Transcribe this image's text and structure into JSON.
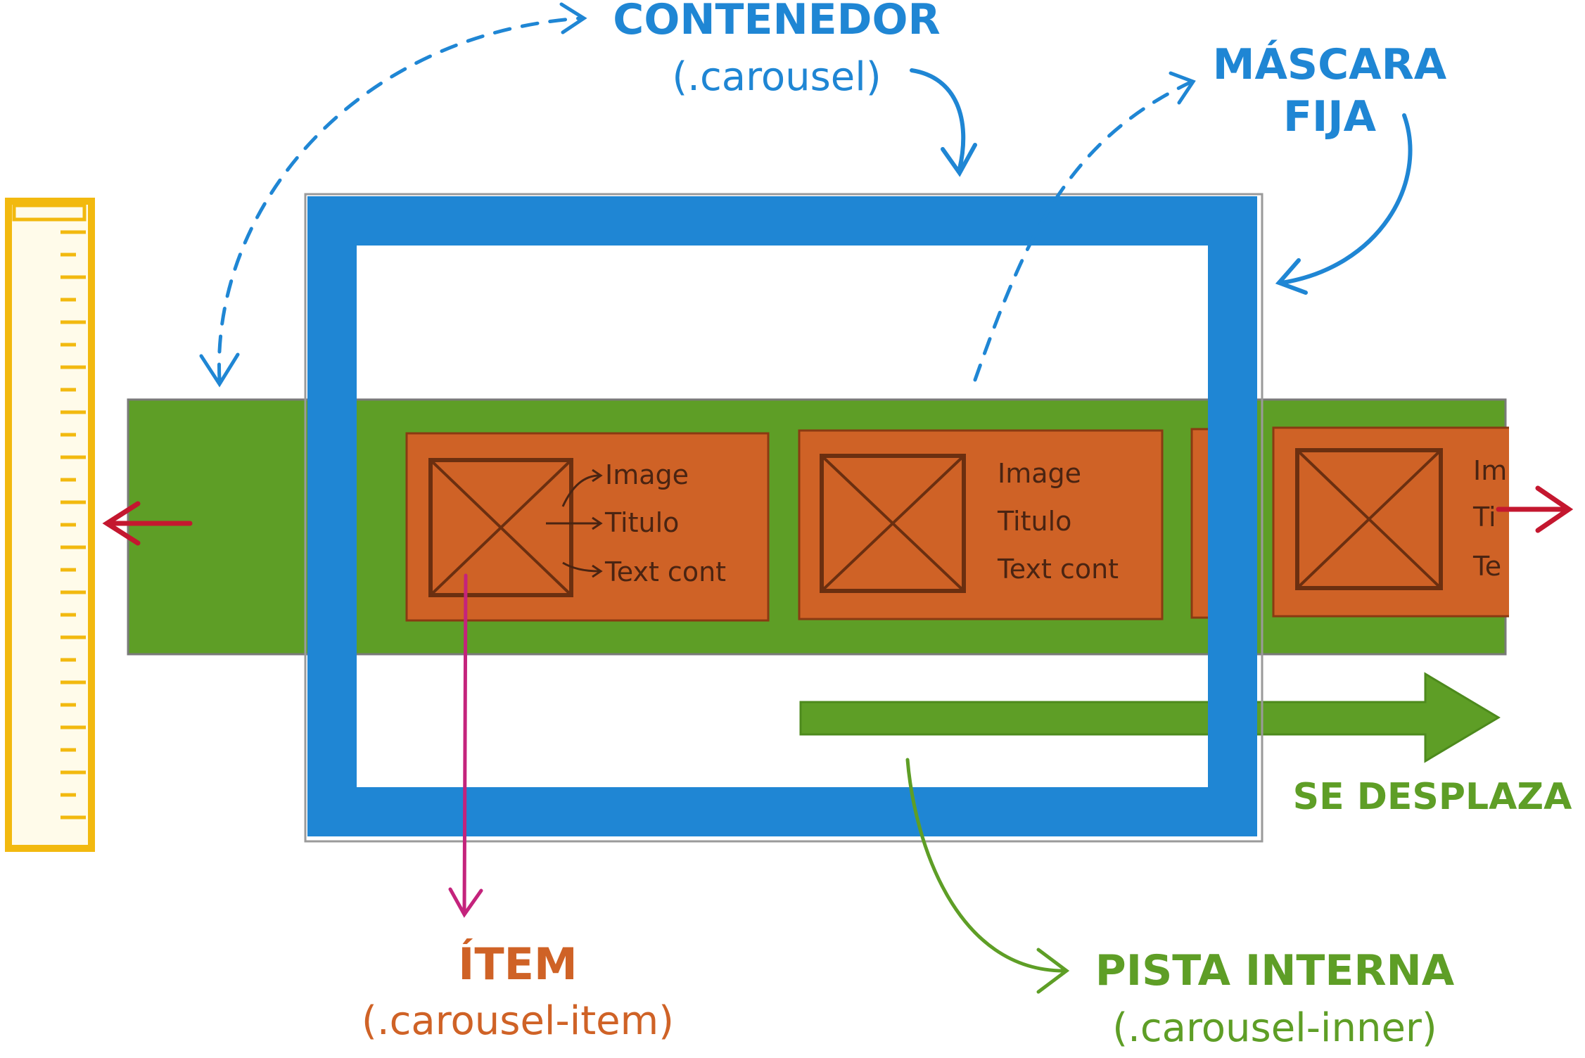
{
  "colors": {
    "blue": "#1f86d4",
    "green": "#5e9e26",
    "orange": "#cf6226",
    "item_text": "#4a2412",
    "magenta": "#c4237c",
    "red": "#c4172f",
    "yellow": "#f2b90f",
    "gray": "#9a9a9a"
  },
  "labels": {
    "contenedor": {
      "title": "CONTENEDOR",
      "subtitle": "(.carousel)"
    },
    "mascara": {
      "line1": "MÁSCARA",
      "line2": "FIJA"
    },
    "se_desplaza": "SE DESPLAZA",
    "item": {
      "title": "ÍTEM",
      "subtitle": "(.carousel-item)"
    },
    "pista": {
      "title": "PISTA INTERNA",
      "subtitle": "(.carousel-inner)"
    }
  },
  "items": [
    {
      "image": "Image",
      "title": "Titulo",
      "text": "Text cont"
    },
    {
      "image": "Image",
      "title": "Titulo",
      "text": "Text cont"
    },
    {
      "image": "Im",
      "title": "Ti",
      "text": "Te"
    }
  ],
  "icons": {
    "ruler": "ruler-icon",
    "image_placeholder": "image-placeholder-icon",
    "left_arrow": "arrow-left-icon",
    "right_arrow": "arrow-right-icon",
    "scroll_arrow": "big-arrow-right-icon"
  }
}
